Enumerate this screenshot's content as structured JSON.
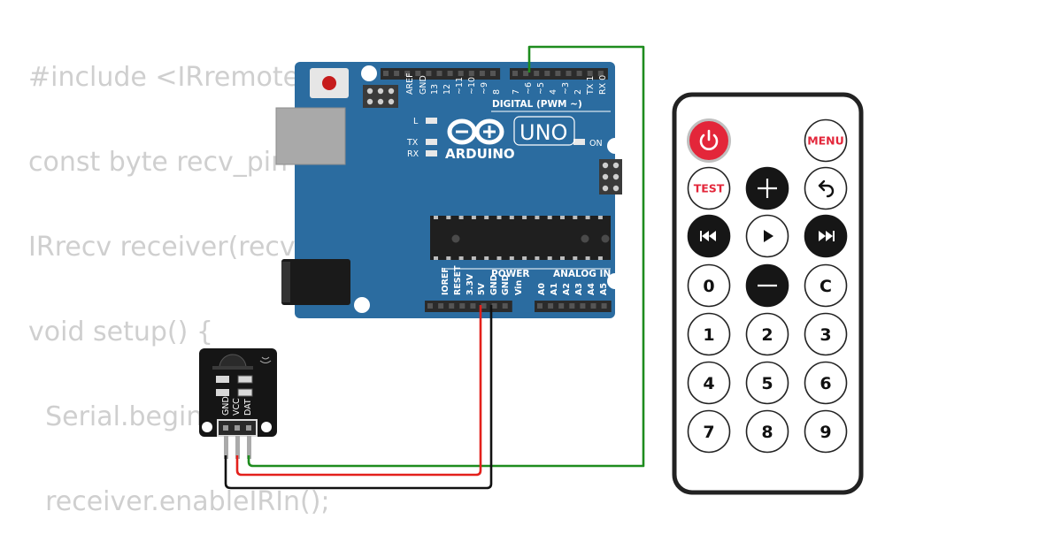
{
  "code_lines": [
    "#include <IRremote.",
    "const byte recv_pin",
    "IRrecv receiver(recv",
    "void setup() {",
    "  Serial.begin(",
    "  receiver.enableIRIn();"
  ],
  "board": {
    "logo_text": "ARDUINO",
    "model": "UNO",
    "digital_header": "DIGITAL (PWM ~)",
    "power_header": "POWER",
    "analog_header": "ANALOG IN",
    "led_l": "L",
    "led_tx": "TX",
    "led_rx": "RX",
    "led_on": "ON",
    "digital_pins": [
      "AREF",
      "GND",
      "13",
      "12",
      "~11",
      "~10",
      "~9",
      "8",
      "7",
      "~6",
      "~5",
      "4",
      "~3",
      "2",
      "TX 1",
      "RX 0"
    ],
    "power_pins": [
      "IOREF",
      "RESET",
      "3.3V",
      "5V",
      "GND",
      "GND",
      "Vin"
    ],
    "analog_pins": [
      "A0",
      "A1",
      "A2",
      "A3",
      "A4",
      "A5"
    ]
  },
  "sensor": {
    "pins": [
      "GND",
      "VCC",
      "DAT"
    ]
  },
  "remote": {
    "buttons": [
      {
        "label": "power-icon",
        "text": ""
      },
      {
        "label": "menu",
        "text": "MENU"
      },
      {
        "label": "test",
        "text": "TEST"
      },
      {
        "label": "plus",
        "text": "+"
      },
      {
        "label": "back",
        "text": "↶"
      },
      {
        "label": "prev",
        "text": "⏮"
      },
      {
        "label": "play",
        "text": "▶"
      },
      {
        "label": "next",
        "text": "⏭"
      },
      {
        "label": "0",
        "text": "0"
      },
      {
        "label": "minus",
        "text": "—"
      },
      {
        "label": "c",
        "text": "C"
      },
      {
        "label": "1",
        "text": "1"
      },
      {
        "label": "2",
        "text": "2"
      },
      {
        "label": "3",
        "text": "3"
      },
      {
        "label": "4",
        "text": "4"
      },
      {
        "label": "5",
        "text": "5"
      },
      {
        "label": "6",
        "text": "6"
      },
      {
        "label": "7",
        "text": "7"
      },
      {
        "label": "8",
        "text": "8"
      },
      {
        "label": "9",
        "text": "9"
      }
    ]
  },
  "colors": {
    "board_blue": "#2b6ca0",
    "wire_green": "#1e8c1e",
    "wire_red": "#e3201b",
    "wire_black": "#111111",
    "power_red": "#e3263a"
  }
}
